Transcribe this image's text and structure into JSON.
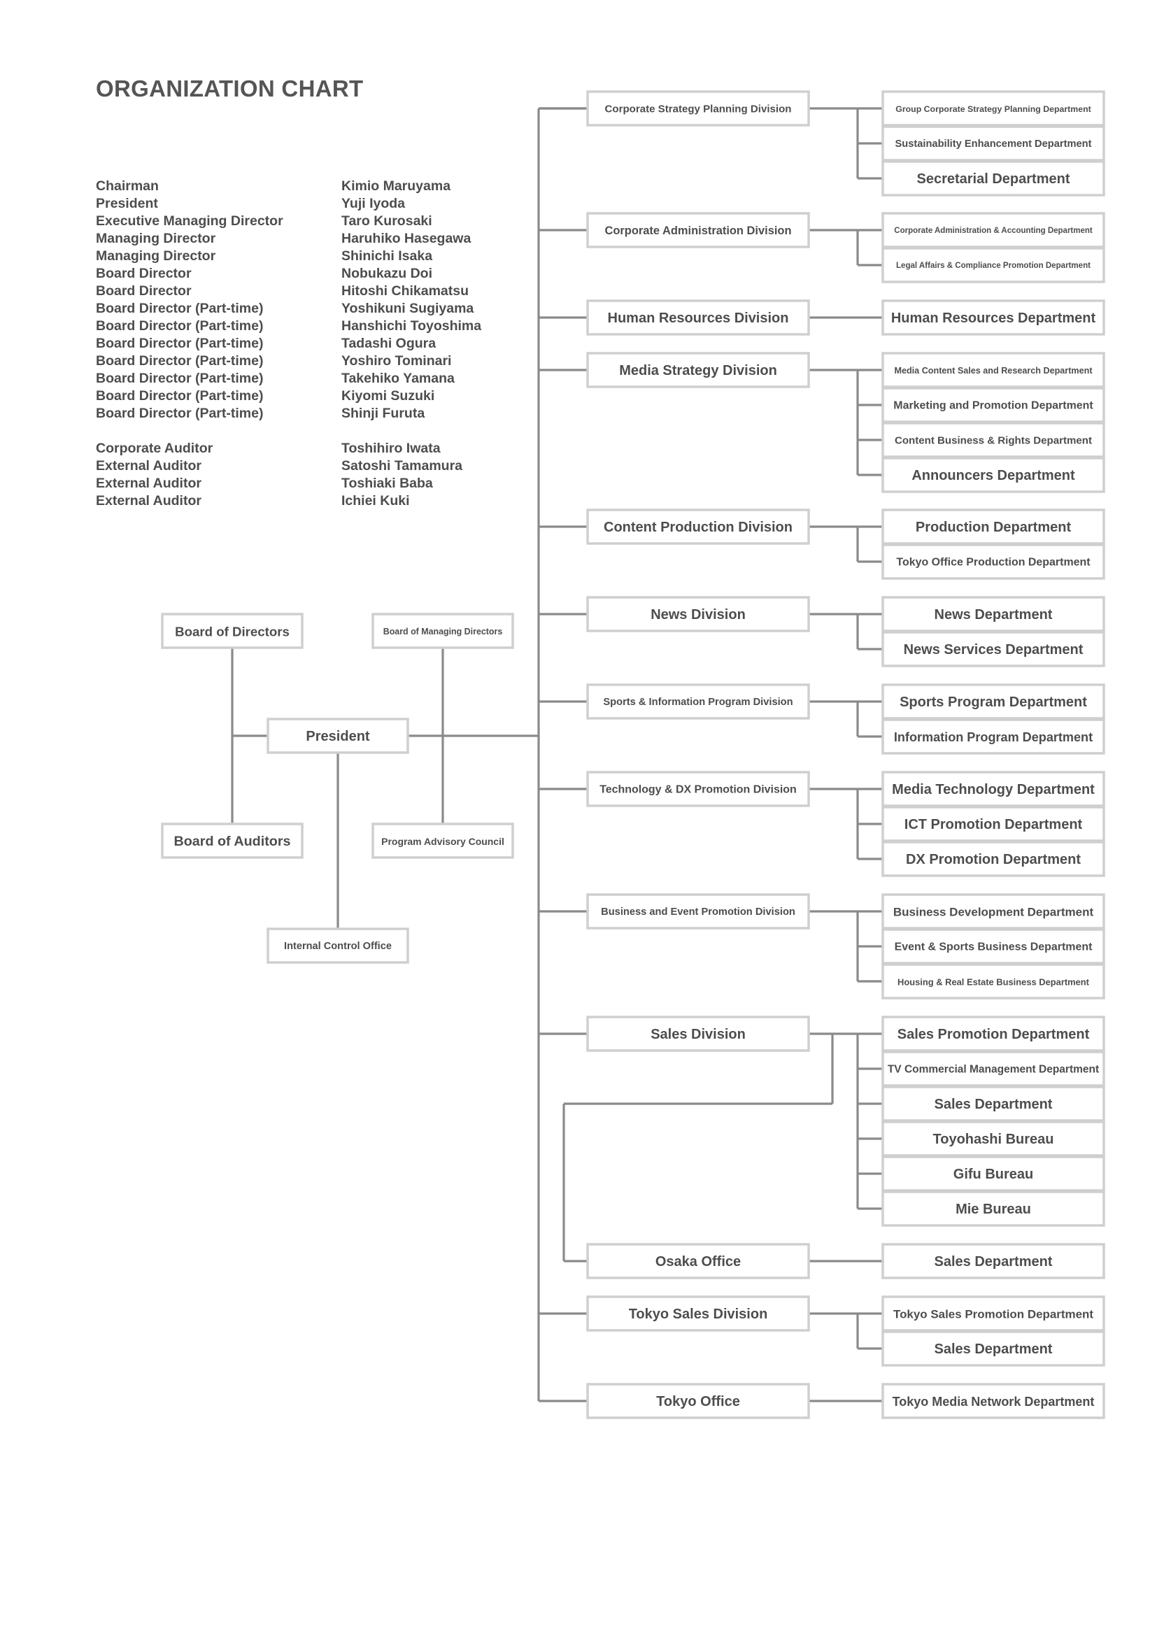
{
  "title": "ORGANIZATION CHART",
  "officers": [
    {
      "title": "Chairman",
      "name": "Kimio Maruyama"
    },
    {
      "title": "President",
      "name": "Yuji Iyoda"
    },
    {
      "title": "Executive Managing Director",
      "name": "Taro Kurosaki"
    },
    {
      "title": "Managing Director",
      "name": "Haruhiko Hasegawa"
    },
    {
      "title": "Managing Director",
      "name": "Shinichi Isaka"
    },
    {
      "title": "Board Director",
      "name": "Nobukazu Doi"
    },
    {
      "title": "Board Director",
      "name": "Hitoshi Chikamatsu"
    },
    {
      "title": "Board Director (Part-time)",
      "name": "Yoshikuni Sugiyama"
    },
    {
      "title": "Board Director (Part-time)",
      "name": "Hanshichi Toyoshima"
    },
    {
      "title": "Board Director (Part-time)",
      "name": "Tadashi Ogura"
    },
    {
      "title": "Board Director (Part-time)",
      "name": "Yoshiro Tominari"
    },
    {
      "title": "Board Director (Part-time)",
      "name": "Takehiko Yamana"
    },
    {
      "title": "Board Director (Part-time)",
      "name": "Kiyomi Suzuki"
    },
    {
      "title": "Board Director (Part-time)",
      "name": "Shinji Furuta"
    }
  ],
  "auditors": [
    {
      "title": "Corporate Auditor",
      "name": "Toshihiro Iwata"
    },
    {
      "title": "External Auditor",
      "name": "Satoshi Tamamura"
    },
    {
      "title": "External Auditor",
      "name": "Toshiaki Baba"
    },
    {
      "title": "External Auditor",
      "name": "Ichiei Kuki"
    }
  ],
  "governance": {
    "board_of_directors": "Board of Directors",
    "board_of_managing_directors": "Board of Managing Directors",
    "president": "President",
    "board_of_auditors": "Board of Auditors",
    "program_advisory_council": "Program Advisory Council",
    "internal_control_office": "Internal Control Office"
  },
  "divisions": [
    {
      "name": "Corporate Strategy Planning Division",
      "departments": [
        "Group Corporate Strategy Planning Department",
        "Sustainability Enhancement Department",
        "Secretarial Department"
      ]
    },
    {
      "name": "Corporate Administration Division",
      "departments": [
        "Corporate Administration & Accounting Department",
        "Legal Affairs & Compliance Promotion Department"
      ]
    },
    {
      "name": "Human Resources Division",
      "departments": [
        "Human Resources Department"
      ]
    },
    {
      "name": "Media Strategy Division",
      "departments": [
        "Media Content Sales and Research Department",
        "Marketing and Promotion Department",
        "Content Business & Rights Department",
        "Announcers Department"
      ]
    },
    {
      "name": "Content Production Division",
      "departments": [
        "Production Department",
        "Tokyo Office Production Department"
      ]
    },
    {
      "name": "News Division",
      "departments": [
        "News Department",
        "News Services Department"
      ]
    },
    {
      "name": "Sports & Information Program Division",
      "departments": [
        "Sports Program Department",
        "Information Program Department"
      ]
    },
    {
      "name": "Technology & DX Promotion Division",
      "departments": [
        "Media Technology Department",
        "ICT Promotion Department",
        "DX Promotion Department"
      ]
    },
    {
      "name": "Business and Event Promotion Division",
      "departments": [
        "Business Development Department",
        "Event & Sports Business Department",
        "Housing  & Real Estate Business Department"
      ]
    },
    {
      "name": "Sales Division",
      "departments": [
        "Sales Promotion Department",
        "TV Commercial Management Department",
        "Sales Department",
        "Toyohashi Bureau",
        "Gifu Bureau",
        "Mie Bureau"
      ]
    },
    {
      "name": "Osaka Office",
      "departments": [
        "Sales Department"
      ]
    },
    {
      "name": "Tokyo Sales Division",
      "departments": [
        "Tokyo Sales Promotion Department",
        "Sales Department"
      ]
    },
    {
      "name": "Tokyo Office",
      "departments": [
        "Tokyo Media Network Department"
      ]
    }
  ]
}
